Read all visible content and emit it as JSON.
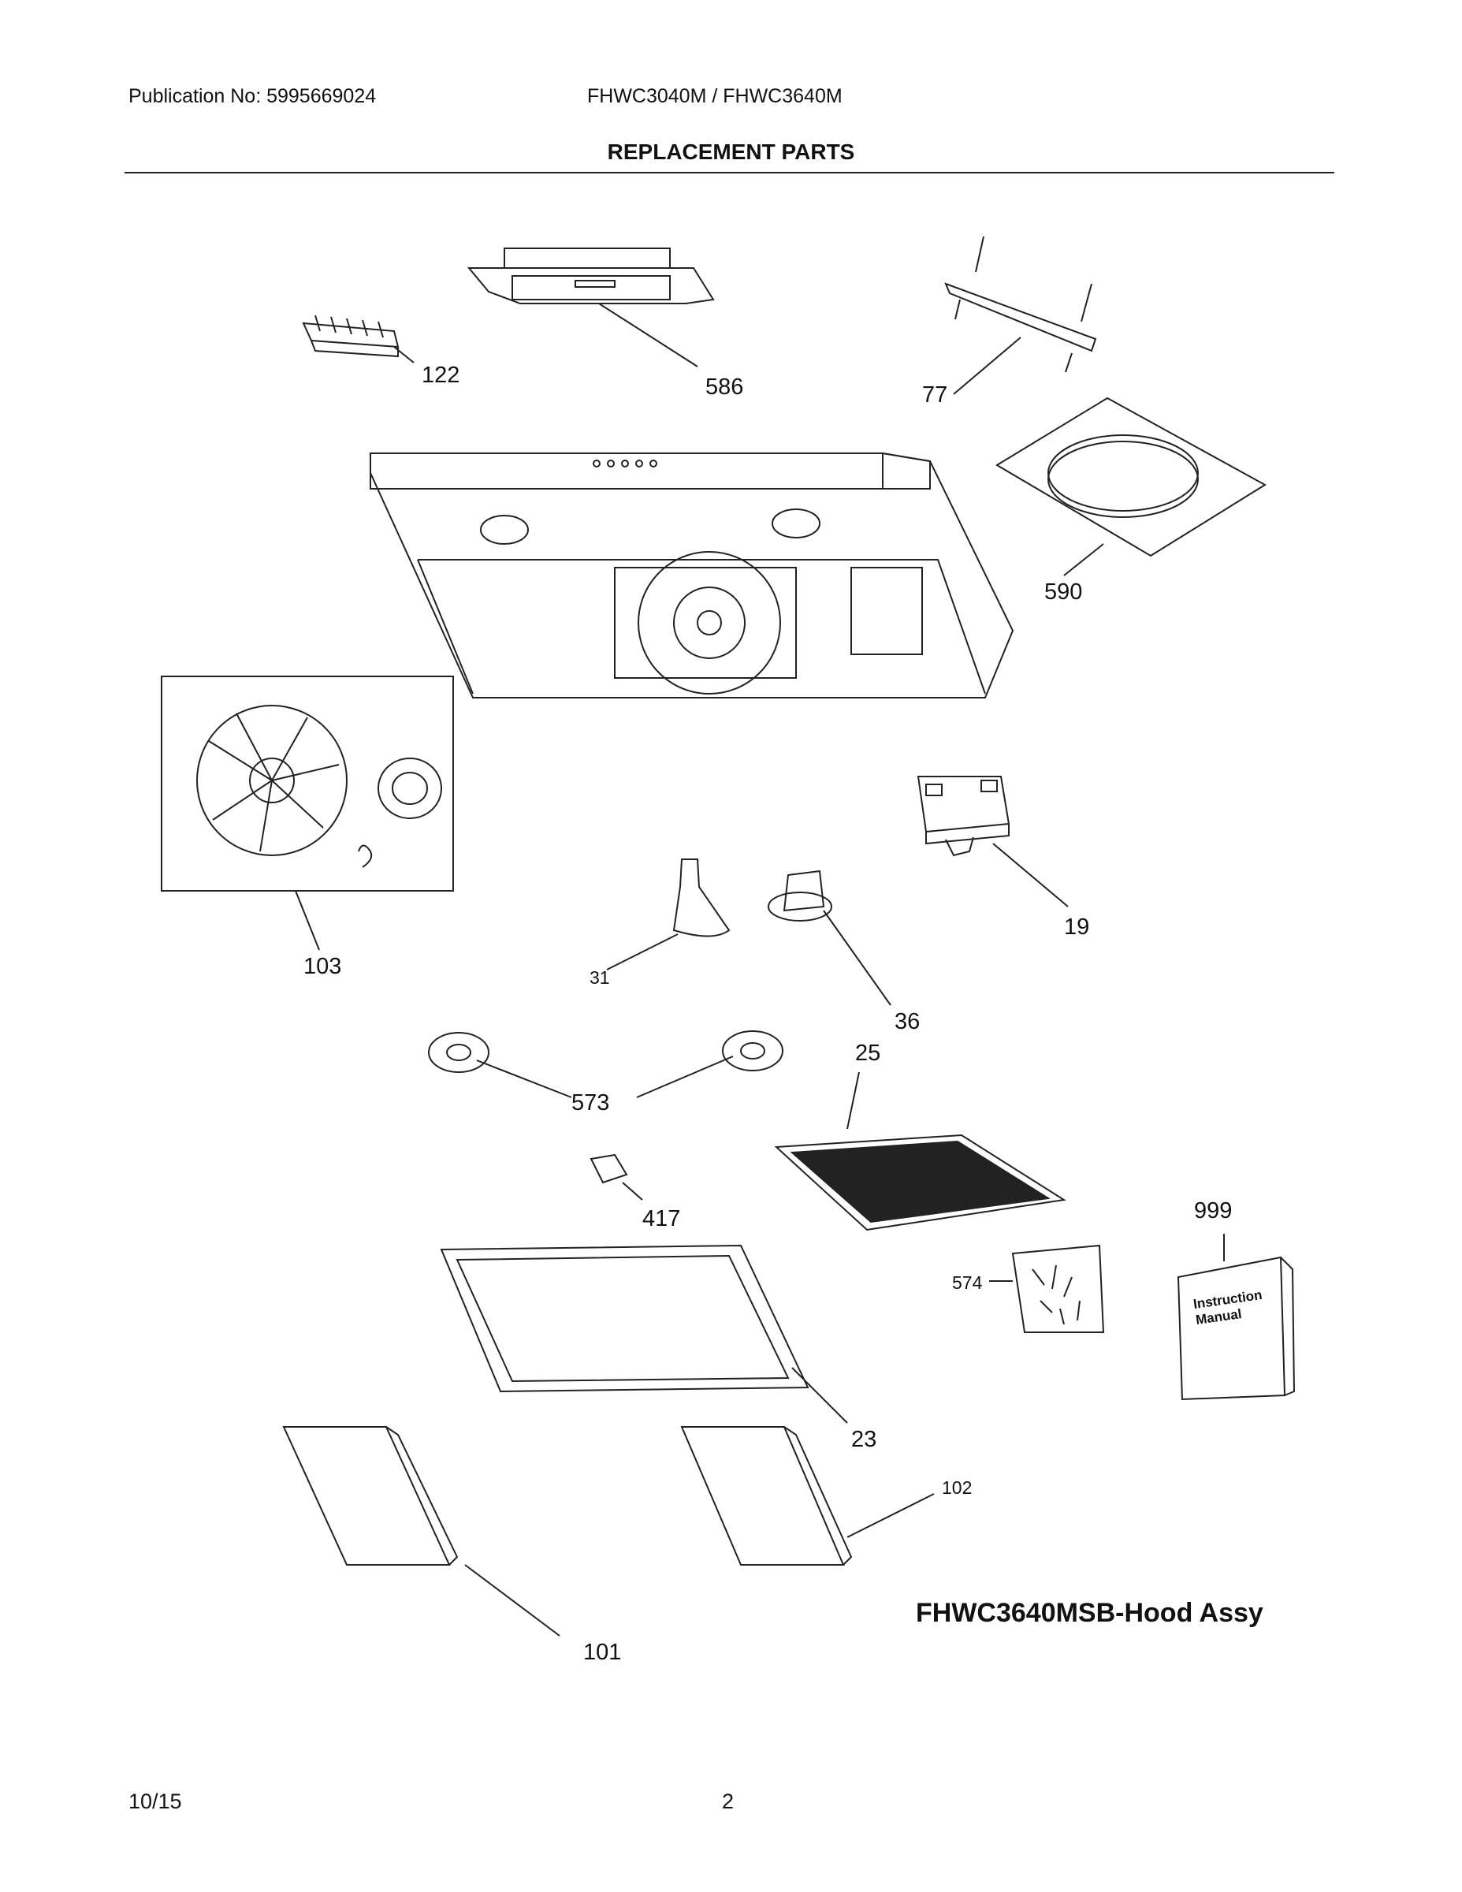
{
  "header": {
    "publication": "Publication No: 5995669024",
    "models": "FHWC3040M / FHWC3640M",
    "title": "REPLACEMENT PARTS"
  },
  "callouts": {
    "p122": "122",
    "p586": "586",
    "p77": "77",
    "p590": "590",
    "p103": "103",
    "p19": "19",
    "p31": "31",
    "p36": "36",
    "p25": "25",
    "p573": "573",
    "p417": "417",
    "p999": "999",
    "p574": "574",
    "p23": "23",
    "p102": "102",
    "p101": "101"
  },
  "manual": {
    "line1": "Instruction",
    "line2": "Manual"
  },
  "assembly_title": "FHWC3640MSB-Hood Assy",
  "footer": {
    "date": "10/15",
    "page": "2"
  }
}
